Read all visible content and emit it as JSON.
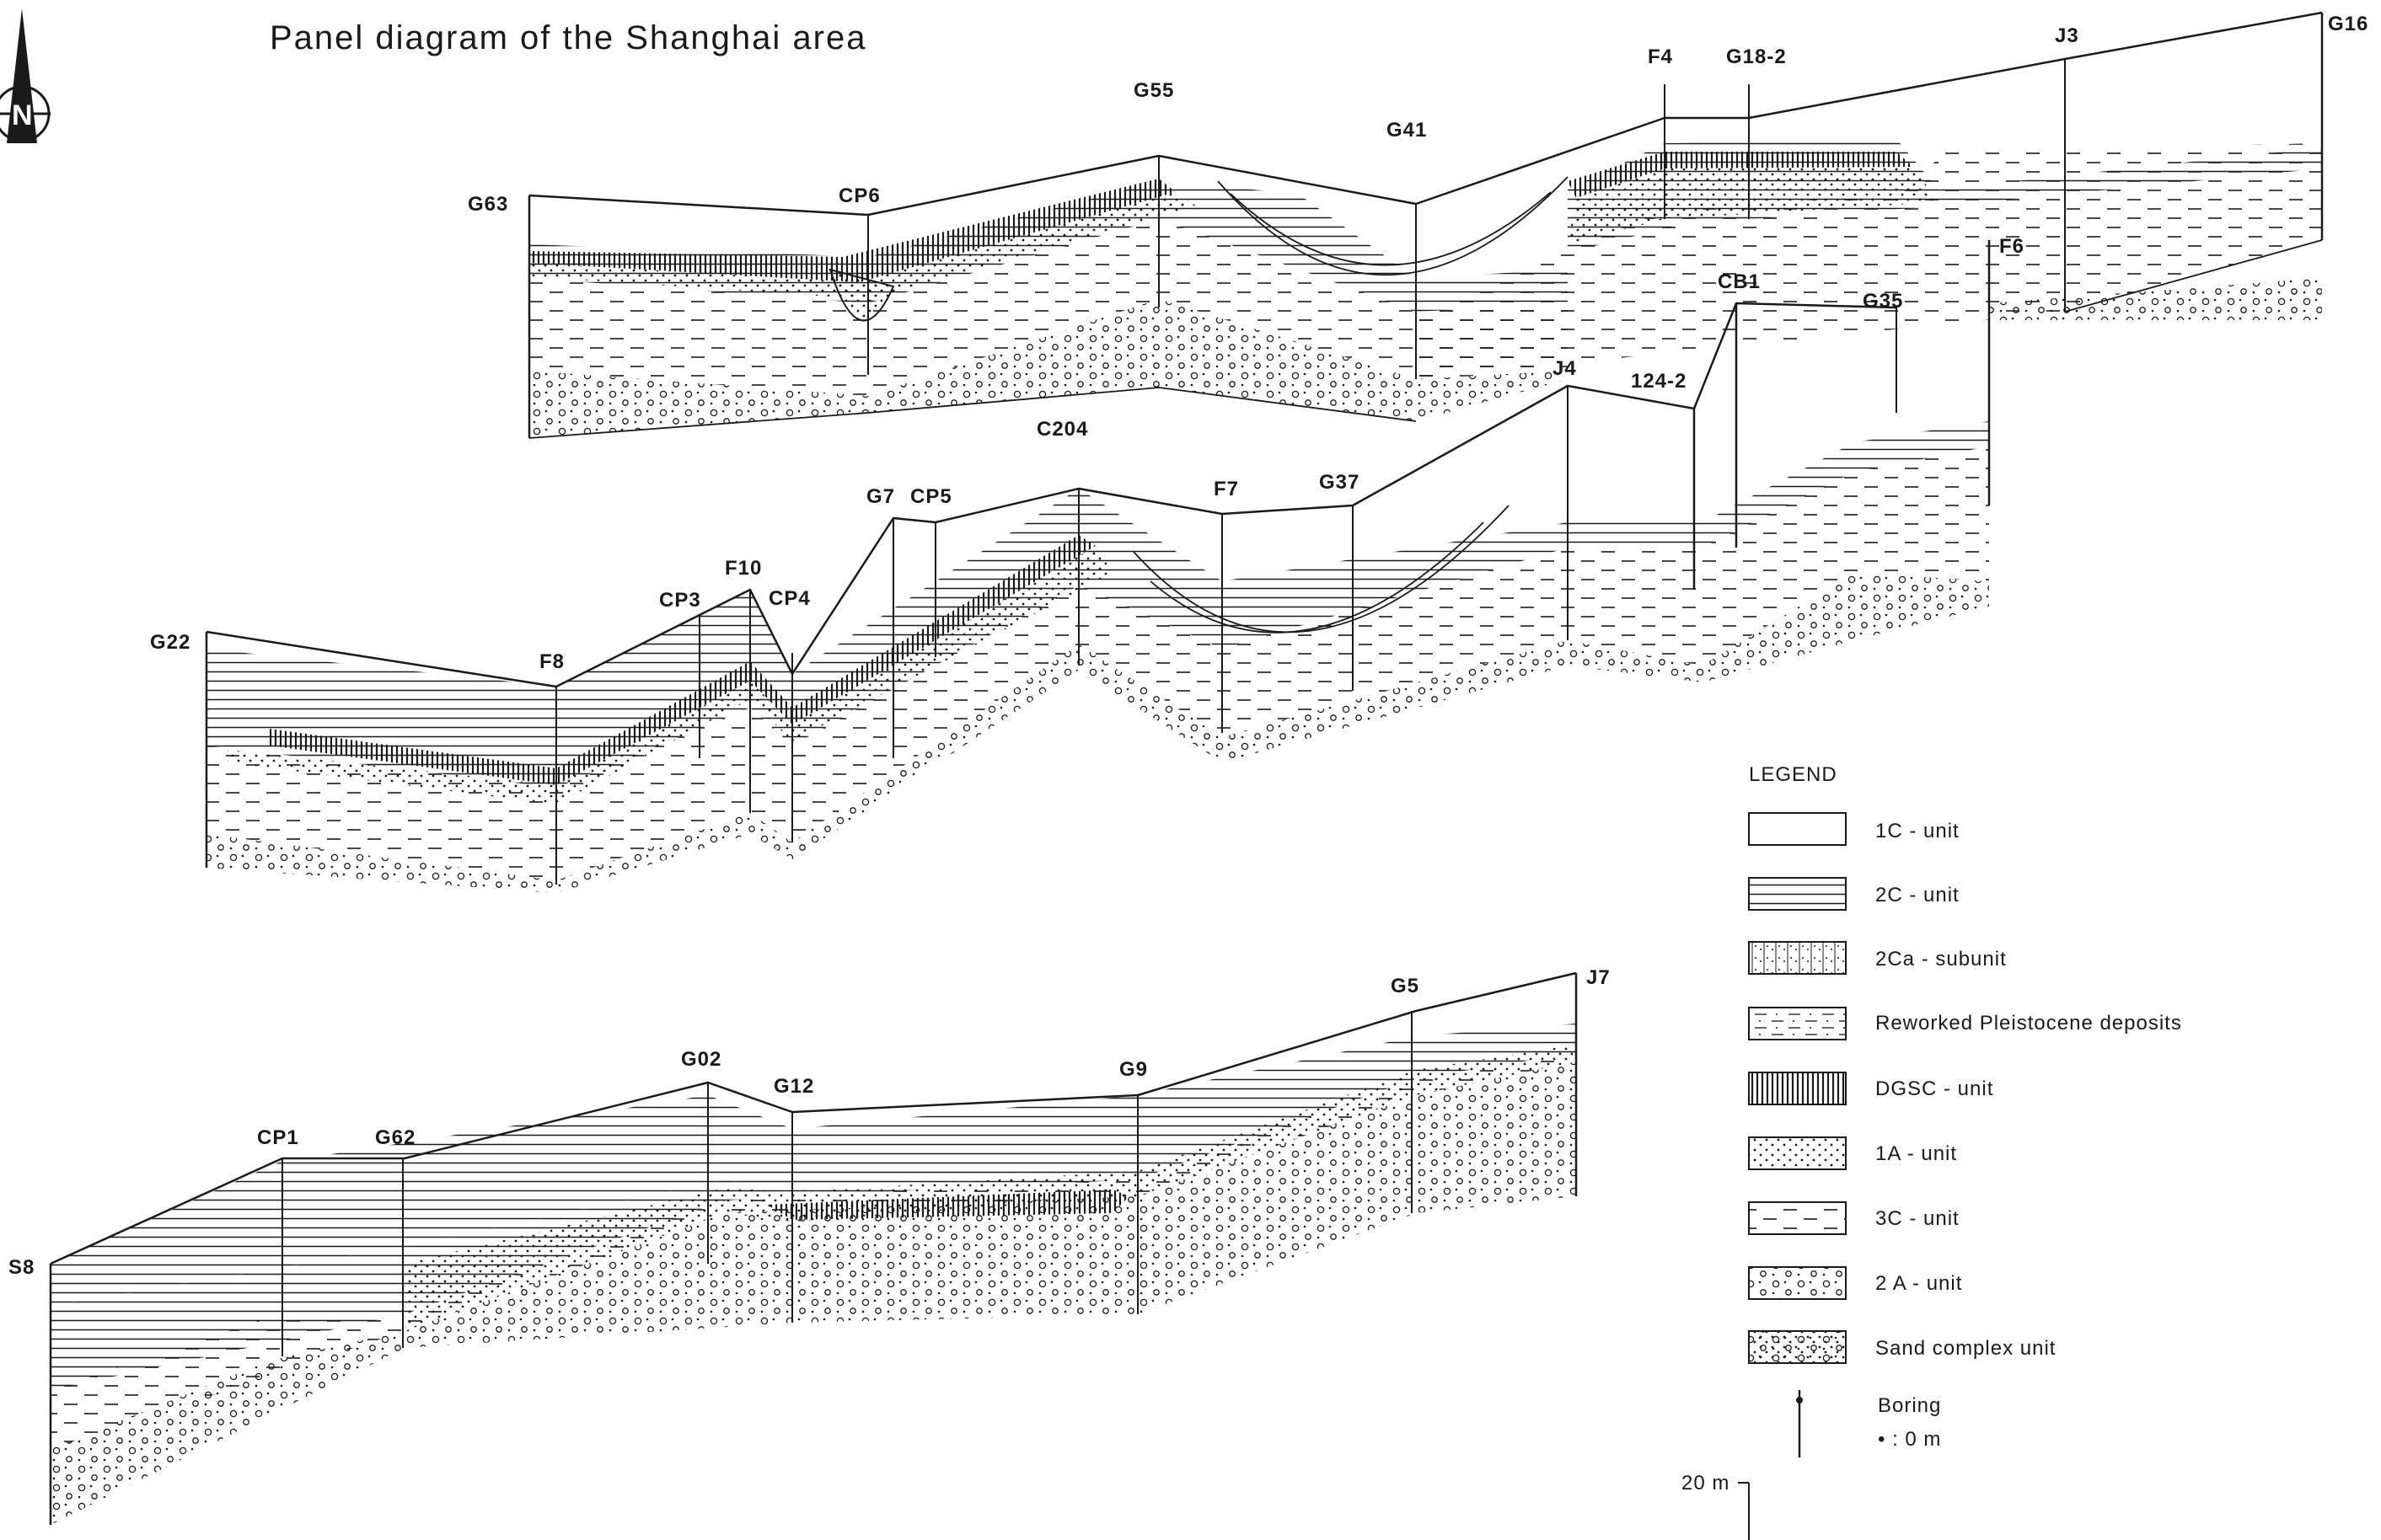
{
  "title": "Panel diagram of the Shanghai area",
  "compass": {
    "letter": "N",
    "icon": "north-arrow-icon"
  },
  "borings": {
    "upper": [
      "G63",
      "CP6",
      "G55",
      "G41",
      "F4",
      "G18-2",
      "J3",
      "G16",
      "F6",
      "CB1",
      "G35",
      "J4",
      "124-2"
    ],
    "middle": [
      "G22",
      "F8",
      "CP3",
      "F10",
      "CP4",
      "G7",
      "CP5",
      "C204",
      "F7",
      "G37"
    ],
    "lower": [
      "S8",
      "CP1",
      "G62",
      "G02",
      "G12",
      "G9",
      "G5",
      "J7"
    ]
  },
  "legend": {
    "heading": "LEGEND",
    "items": [
      {
        "label": "1C - unit",
        "pattern": "blank"
      },
      {
        "label": "2C - unit",
        "pattern": "horizontal-lines"
      },
      {
        "label": "2Ca - subunit",
        "pattern": "dotted-vertical"
      },
      {
        "label": "Reworked Pleistocene deposits",
        "pattern": "dashed-dotted"
      },
      {
        "label": "DGSC - unit",
        "pattern": "vertical-lines"
      },
      {
        "label": "1A - unit",
        "pattern": "dots"
      },
      {
        "label": "3C - unit",
        "pattern": "dashes"
      },
      {
        "label": "2 A - unit",
        "pattern": "small-circles"
      },
      {
        "label": "Sand complex unit",
        "pattern": "circles-dots"
      }
    ],
    "boring_label": "Boring",
    "boring_datum": "• : 0 m"
  },
  "scale": {
    "label": "20 m"
  }
}
